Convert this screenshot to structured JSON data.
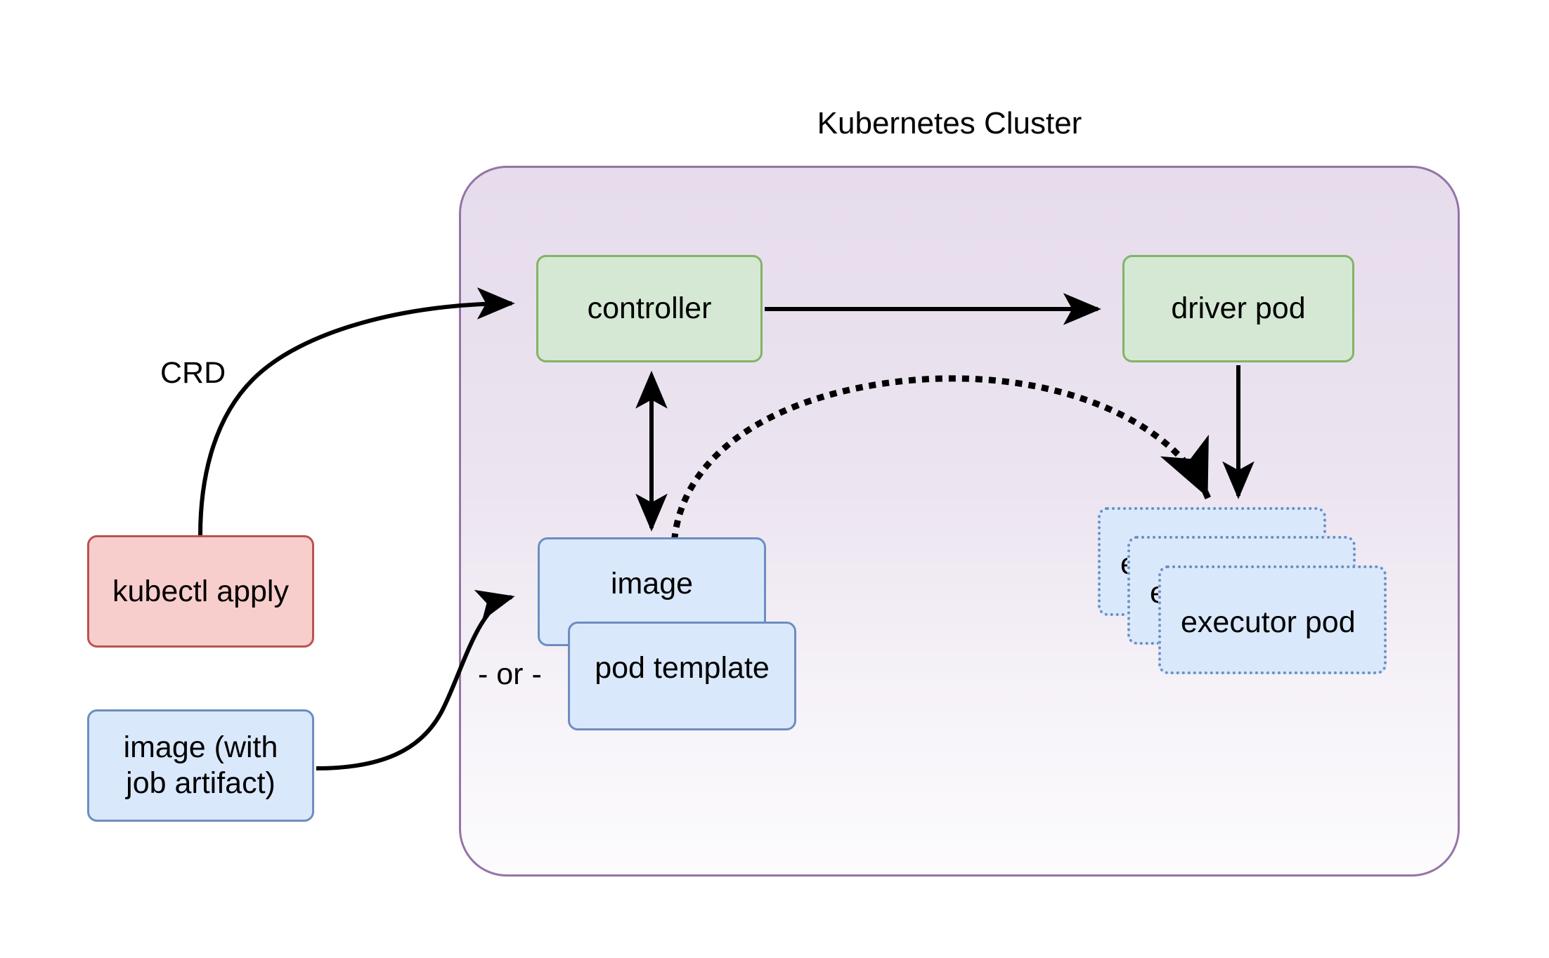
{
  "diagram": {
    "type": "architecture-flow",
    "title": "Kubernetes Cluster",
    "background": "#ffffff"
  },
  "cluster": {
    "title": "Kubernetes Cluster",
    "border_color": "#9673a6",
    "fill_gradient_top": "#e6dcec",
    "fill_gradient_bottom": "#fcfbfd"
  },
  "palette": {
    "green_fill": "#d5e8d4",
    "green_stroke": "#82b366",
    "red_fill": "#f8cecc",
    "red_stroke": "#b85450",
    "blue_fill": "#dae8fc",
    "blue_stroke": "#6c8ebf",
    "purple_stroke": "#9673a6",
    "edge_color": "#000000"
  },
  "nodes": {
    "kubectl_apply": {
      "label": "kubectl apply",
      "style": "red-solid"
    },
    "image_with_artifact": {
      "label_line1": "image (with",
      "label_line2": "job artifact)",
      "style": "blue-solid"
    },
    "controller": {
      "label": "controller",
      "style": "green-solid"
    },
    "driver_pod": {
      "label": "driver pod",
      "style": "green-solid"
    },
    "image": {
      "label": "image",
      "style": "blue-solid"
    },
    "pod_template": {
      "label": "pod template",
      "style": "blue-solid"
    },
    "executor_pods": {
      "style": "blue-dotted-stack",
      "count": 3,
      "items": [
        {
          "label": "executor pod"
        },
        {
          "label": "executor pod"
        },
        {
          "label": "executor pod"
        }
      ]
    }
  },
  "edge_labels": {
    "crd": "CRD",
    "or": "- or -"
  },
  "edges": [
    {
      "from": "kubectl_apply",
      "to": "controller",
      "label": "CRD",
      "style": "solid",
      "arrow": "end"
    },
    {
      "from": "controller",
      "to": "driver_pod",
      "label": "",
      "style": "solid",
      "arrow": "end"
    },
    {
      "from": "controller",
      "to": "image",
      "label": "",
      "style": "solid",
      "arrow": "both"
    },
    {
      "from": "image_with_artifact",
      "to": "image",
      "label": "",
      "style": "solid",
      "arrow": "end"
    },
    {
      "from": "image",
      "to": "executor_pods",
      "label": "",
      "style": "dotted",
      "arrow": "end"
    },
    {
      "from": "driver_pod",
      "to": "executor_pods",
      "label": "",
      "style": "solid",
      "arrow": "end"
    }
  ]
}
